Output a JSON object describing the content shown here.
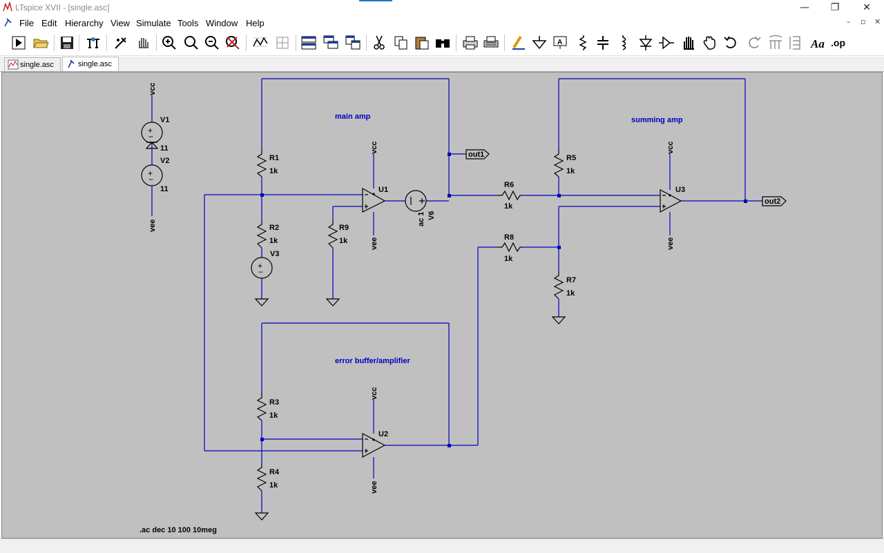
{
  "window": {
    "title": "LTspice XVII - [single.asc]",
    "controls": {
      "minimize": "—",
      "restore": "❐",
      "close": "✕"
    },
    "accent_color": "#1a73c7"
  },
  "menu": {
    "items": [
      "File",
      "Edit",
      "Hierarchy",
      "View",
      "Simulate",
      "Tools",
      "Window",
      "Help"
    ],
    "mdi_controls": {
      "minimize": "–",
      "restore": "▫",
      "close": "✕"
    }
  },
  "toolbar": {
    "buttons": [
      "run-icon",
      "open-icon",
      "save-icon",
      "control-panel-icon",
      "probe-icon",
      "pan-icon",
      "zoom-in-icon",
      "zoom-area-icon",
      "zoom-out-icon",
      "zoom-fit-icon",
      "autoscale-icon",
      "grid-icon",
      "tile-horizontal-icon",
      "cascade-icon",
      "tile-vertical-icon",
      "cut-icon",
      "copy-icon",
      "paste-icon",
      "find-icon",
      "print-icon",
      "print-setup-icon",
      "wire-icon",
      "ground-icon",
      "label-icon",
      "resistor-icon",
      "capacitor-icon",
      "inductor-icon",
      "diode-icon",
      "component-icon",
      "move-icon",
      "drag-icon",
      "undo-icon",
      "redo-icon",
      "rotate-icon",
      "mirror-icon",
      "text-icon",
      "spice-directive-icon"
    ]
  },
  "tabs": [
    {
      "label": "single.asc",
      "icon": "waveform-icon",
      "active": false
    },
    {
      "label": "single.asc",
      "icon": "schematic-icon",
      "active": true
    }
  ],
  "schematic": {
    "wire_color": "#0000c0",
    "background_color": "#c0c0c0",
    "comments": {
      "main_amp": "main amp",
      "summing_amp": "summing amp",
      "error_buffer": "error buffer/amplifier"
    },
    "components": {
      "V1": {
        "name": "V1",
        "value": "11"
      },
      "V2": {
        "name": "V2",
        "value": "11"
      },
      "V3": {
        "name": "V3"
      },
      "V6": {
        "name": "V6",
        "value": "ac 1"
      },
      "R1": {
        "name": "R1",
        "value": "1k"
      },
      "R2": {
        "name": "R2",
        "value": "1k"
      },
      "R3": {
        "name": "R3",
        "value": "1k"
      },
      "R4": {
        "name": "R4",
        "value": "1k"
      },
      "R5": {
        "name": "R5",
        "value": "1k"
      },
      "R6": {
        "name": "R6",
        "value": "1k"
      },
      "R7": {
        "name": "R7",
        "value": "1k"
      },
      "R8": {
        "name": "R8",
        "value": "1k"
      },
      "R9": {
        "name": "R9",
        "value": "1k"
      },
      "U1": {
        "name": "U1"
      },
      "U2": {
        "name": "U2"
      },
      "U3": {
        "name": "U3"
      }
    },
    "net_labels": {
      "vcc": "vcc",
      "vee": "vee",
      "out1": "out1",
      "out2": "out2"
    },
    "directive": ".ac dec 10 100 10meg"
  }
}
